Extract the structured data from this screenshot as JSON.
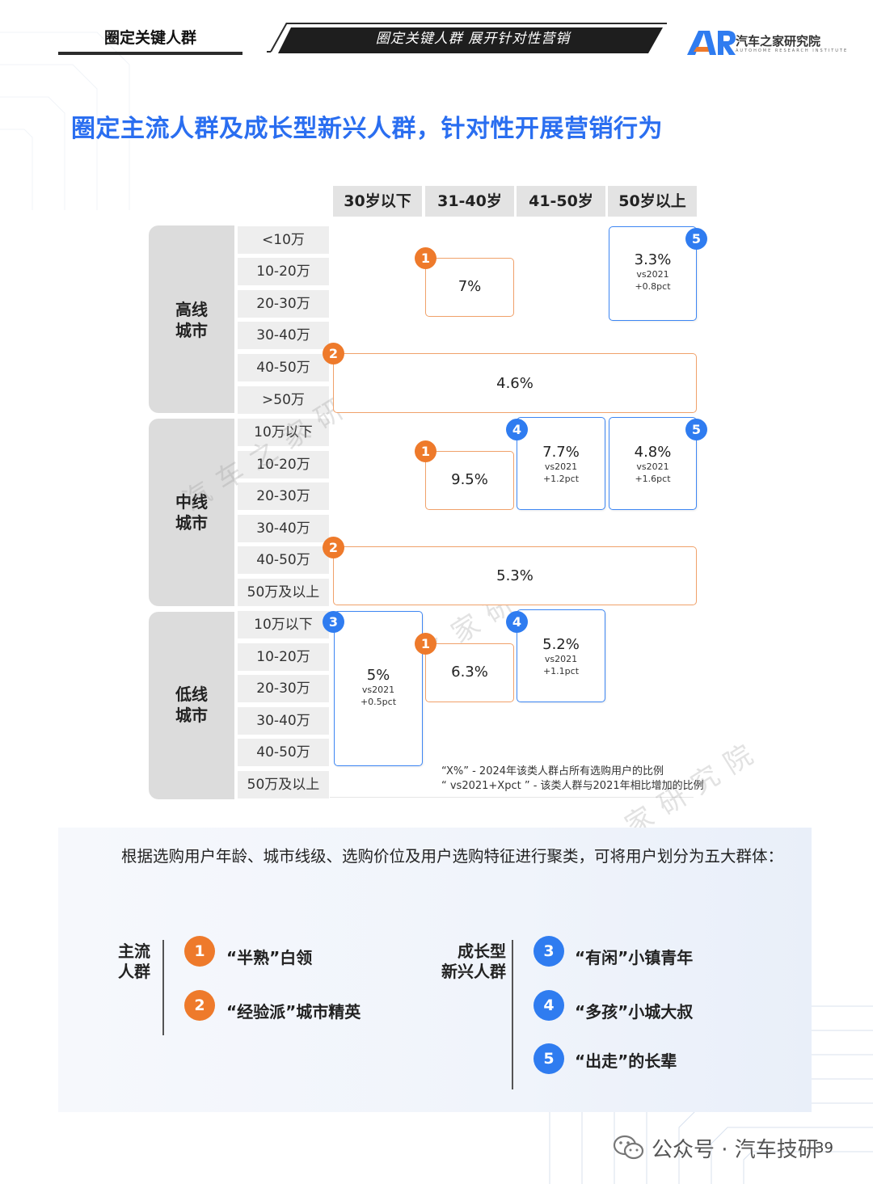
{
  "header": {
    "section": "圈定关键人群",
    "tagline": "圈定关键人群   展开针对性营销",
    "logo_name": "汽车之家研究院",
    "logo_sub": "AUTOHOME RESEARCH INSTITUTE"
  },
  "title": "圈定主流人群及成长型新兴人群，针对性开展营销行为",
  "ages": [
    "30岁以下",
    "31-40岁",
    "41-50岁",
    "50岁以上"
  ],
  "cities": {
    "high": [
      "高线",
      "城市"
    ],
    "mid": [
      "中线",
      "城市"
    ],
    "low": [
      "低线",
      "城市"
    ]
  },
  "income": {
    "high": [
      "<10万",
      "10-20万",
      "20-30万",
      "30-40万",
      "40-50万",
      ">50万"
    ],
    "mid": [
      "10万以下",
      "10-20万",
      "20-30万",
      "30-40万",
      "40-50万",
      "50万及以上"
    ],
    "low": [
      "10万以下",
      "10-20万",
      "20-30万",
      "30-40万",
      "40-50万",
      "50万及以上"
    ]
  },
  "segments": {
    "h1": {
      "badge": "1",
      "pct": "7%"
    },
    "h5": {
      "badge": "5",
      "pct": "3.3%",
      "vs": "vs2021",
      "delta": "+0.8pct"
    },
    "h2": {
      "badge": "2",
      "pct": "4.6%"
    },
    "m1": {
      "badge": "1",
      "pct": "9.5%"
    },
    "m4": {
      "badge": "4",
      "pct": "7.7%",
      "vs": "vs2021",
      "delta": "+1.2pct"
    },
    "m5": {
      "badge": "5",
      "pct": "4.8%",
      "vs": "vs2021",
      "delta": "+1.6pct"
    },
    "m2": {
      "badge": "2",
      "pct": "5.3%"
    },
    "l3": {
      "badge": "3",
      "pct": "5%",
      "vs": "vs2021",
      "delta": "+0.5pct"
    },
    "l1": {
      "badge": "1",
      "pct": "6.3%"
    },
    "l4": {
      "badge": "4",
      "pct": "5.2%",
      "vs": "vs2021",
      "delta": "+1.1pct"
    }
  },
  "notes": [
    "“X%” - 2024年该类人群占所有选购用户的比例",
    "“ vs2021+Xpct ” - 该类人群与2021年相比增加的比例"
  ],
  "watermark": "汽车之家研究院",
  "summary": "根据选购用户年龄、城市线级、选购价位及用户选购特征进行聚类，可将用户划分为五大群体：",
  "groups": {
    "main_title": [
      "主流",
      "人群"
    ],
    "growth_title": [
      "成长型",
      "新兴人群"
    ],
    "items": [
      {
        "num": "1",
        "name": "“半熟”白领"
      },
      {
        "num": "2",
        "name": "“经验派”城市精英"
      },
      {
        "num": "3",
        "name": "“有闲”小镇青年"
      },
      {
        "num": "4",
        "name": "“多孩”小城大叔"
      },
      {
        "num": "5",
        "name": "“出走”的长辈"
      }
    ]
  },
  "footer": {
    "text": "公众号 · 汽车技研",
    "page": "39"
  },
  "colors": {
    "accent_blue": "#2a6ef0",
    "badge_orange": "#ee7a2b",
    "badge_blue": "#2f7cf0"
  }
}
